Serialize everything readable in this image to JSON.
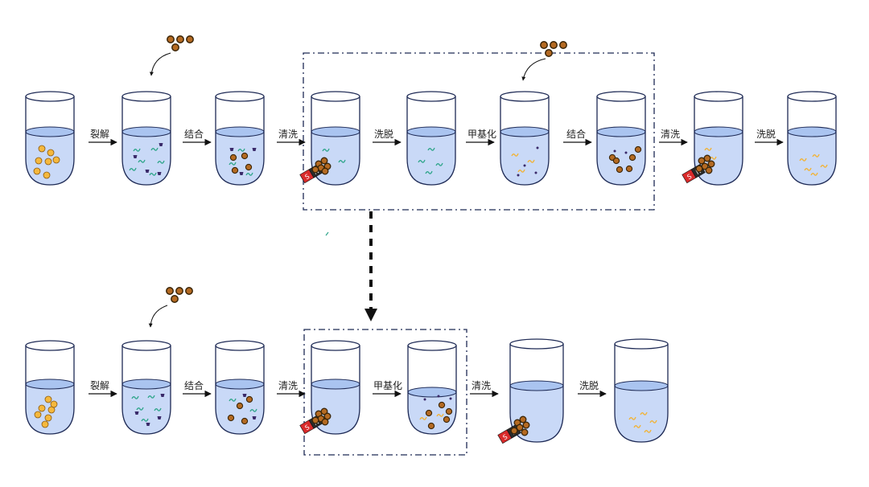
{
  "colors": {
    "tube_outline": "#1e2a55",
    "liquid": "#c9d9f7",
    "liquid_top": "#aac4f0",
    "cell": "#f5b83d",
    "bead_fill": "#b46a22",
    "bead_outline": "#3a2508",
    "dna": "#2ea58a",
    "protein": "#3a2a6a",
    "methyl_dna": "#f2b233",
    "box": "#1e2a55",
    "arrow": "#111111",
    "magnet_red": "#d92b2b",
    "magnet_dark": "#2a2a2a"
  },
  "top_row": {
    "labels": [
      "裂解",
      "结合",
      "清洗",
      "洗脱",
      "甲基化",
      "结合",
      "清洗",
      "洗脱"
    ]
  },
  "bottom_row": {
    "labels": [
      "裂解",
      "结合",
      "清洗",
      "甲基化",
      "清洗",
      "洗脱"
    ]
  },
  "magnet": {
    "south": "S",
    "north": "N"
  }
}
